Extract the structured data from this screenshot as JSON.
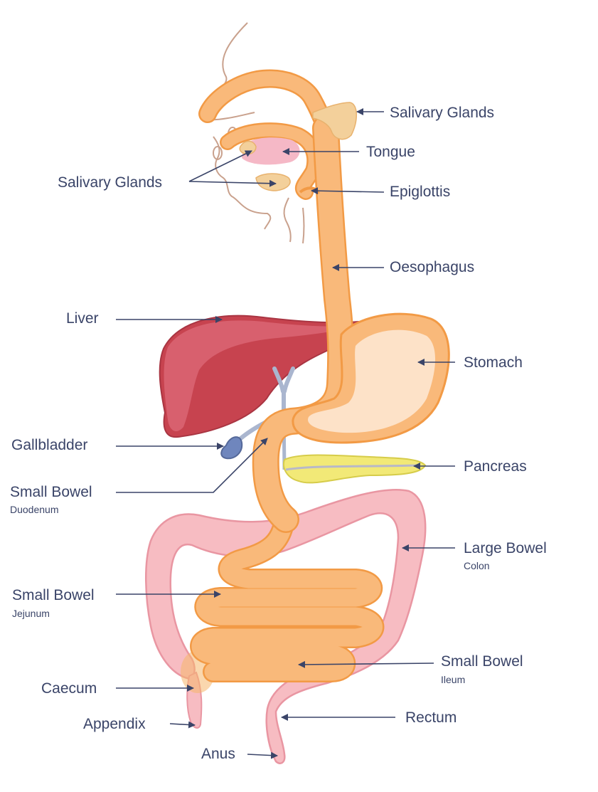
{
  "colors": {
    "label": "#3a4468",
    "arrow": "#3a4468",
    "tract_fill": "#f9b97a",
    "tract_stroke": "#f29a45",
    "stomach_inner": "#fde2c8",
    "liver": "#c7434f",
    "liver_light": "#d8606e",
    "gallbladder": "#6f86bd",
    "bile_duct": "#aab6cf",
    "pancreas": "#f2e977",
    "colon": "#f7bcc2",
    "colon_stroke": "#e996a2",
    "caecum": "#f6b66b",
    "salivary": "#f3d09b",
    "tongue": "#f5b8c6",
    "face_line": "#c9a18d"
  },
  "labels": {
    "salivary_right": "Salivary Glands",
    "tongue": "Tongue",
    "salivary_left": "Salivary Glands",
    "epiglottis": "Epiglottis",
    "oesophagus": "Oesophagus",
    "liver": "Liver",
    "stomach": "Stomach",
    "gallbladder": "Gallbladder",
    "pancreas": "Pancreas",
    "duodenum": "Small Bowel",
    "duodenum_sub": "Duodenum",
    "large_bowel": "Large Bowel",
    "large_bowel_sub": "Colon",
    "jejunum": "Small Bowel",
    "jejunum_sub": "Jejunum",
    "ileum": "Small Bowel",
    "ileum_sub": "Ileum",
    "caecum": "Caecum",
    "rectum": "Rectum",
    "appendix": "Appendix",
    "anus": "Anus"
  }
}
